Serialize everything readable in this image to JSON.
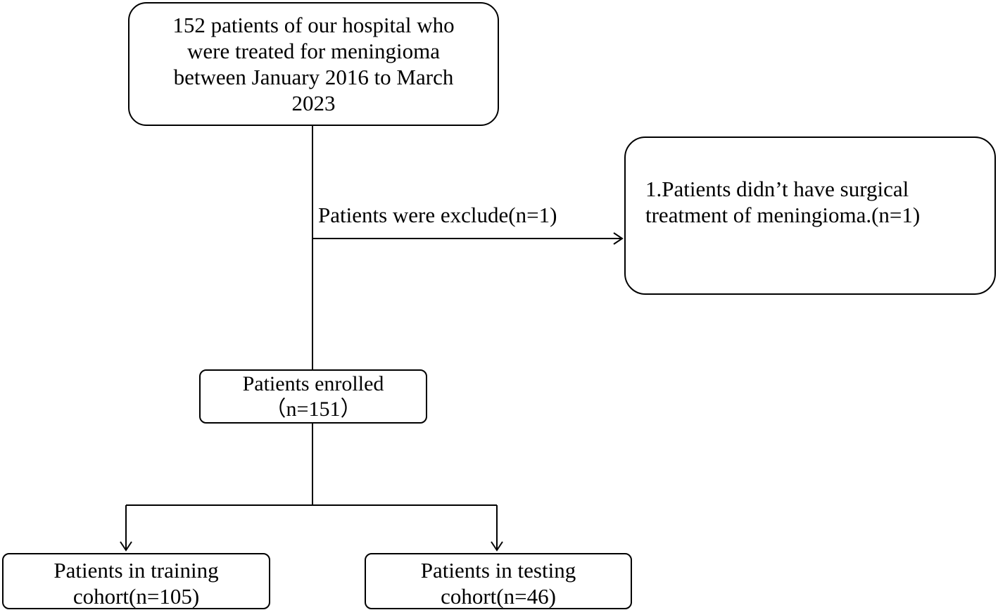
{
  "flowchart": {
    "start": {
      "lines": [
        "152 patients of our hospital who",
        "were treated for meningioma",
        "between January 2016 to March",
        "2023"
      ]
    },
    "exclusion_edge_label": "Patients were exclude(n=1)",
    "exclusion": {
      "lines": [
        "1.Patients didn’t have surgical",
        "treatment of meningioma.(n=1)"
      ]
    },
    "enrolled": {
      "lines": [
        "Patients enrolled",
        "（n=151）"
      ]
    },
    "training": {
      "lines": [
        "Patients in training",
        "cohort(n=105)"
      ]
    },
    "testing": {
      "lines": [
        "Patients in testing",
        "cohort(n=46)"
      ]
    }
  },
  "colors": {
    "stroke": "#000000",
    "background": "#ffffff"
  }
}
